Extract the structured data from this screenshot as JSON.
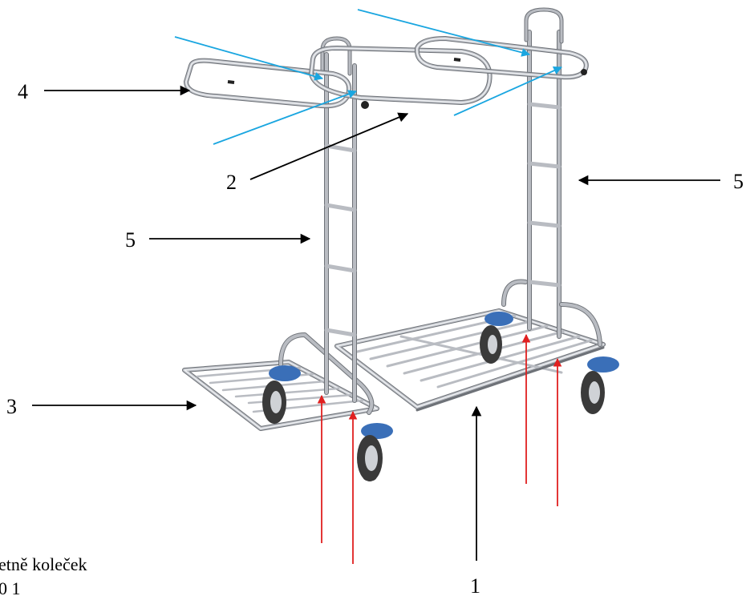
{
  "labels": {
    "l1": "1",
    "l2": "2",
    "l3": "3",
    "l4": "4",
    "l5_left": "5",
    "l5_right": "5"
  },
  "caption": {
    "line1": "etně koleček",
    "line2": "0 1"
  },
  "colors": {
    "label_arrow": "#000000",
    "blue_arrow": "#1aa6e0",
    "red_arrow": "#e02020",
    "chrome": "#b9bcc2",
    "caster_blue": "#3a6fb8",
    "wheel": "#3a3a3a"
  }
}
